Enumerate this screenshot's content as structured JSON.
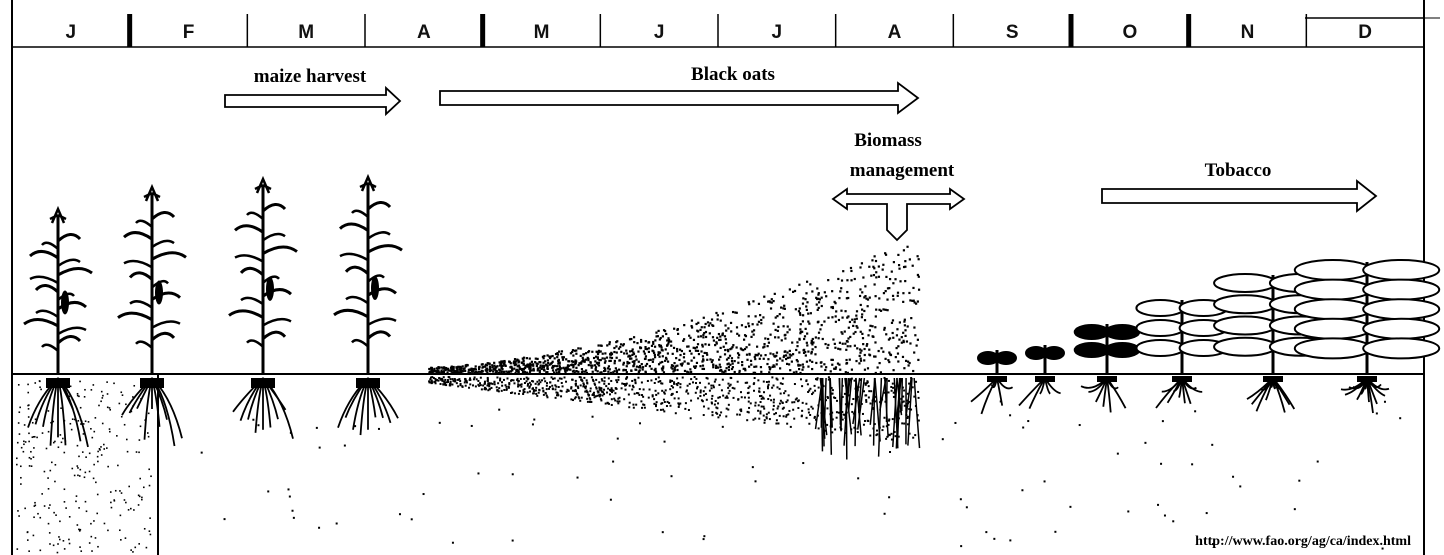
{
  "months": [
    "J",
    "F",
    "M",
    "A",
    "M",
    "J",
    "J",
    "A",
    "S",
    "O",
    "N",
    "D"
  ],
  "arrows": {
    "maize_harvest": "maize harvest",
    "black_oats": "Black oats",
    "biomass_line1": "Biomass",
    "biomass_line2": "management",
    "tobacco": "Tobacco"
  },
  "source_url": "http://www.fao.org/ag/ca/index.html",
  "crops": {
    "maize": {
      "count": 4,
      "icon": "maize-plant-icon"
    },
    "black_oats": {
      "icon": "black-oats-cover-icon"
    },
    "tobacco": {
      "count": 6,
      "icon": "tobacco-plant-icon"
    }
  },
  "colors": {
    "ink": "#000000",
    "background": "#ffffff"
  }
}
